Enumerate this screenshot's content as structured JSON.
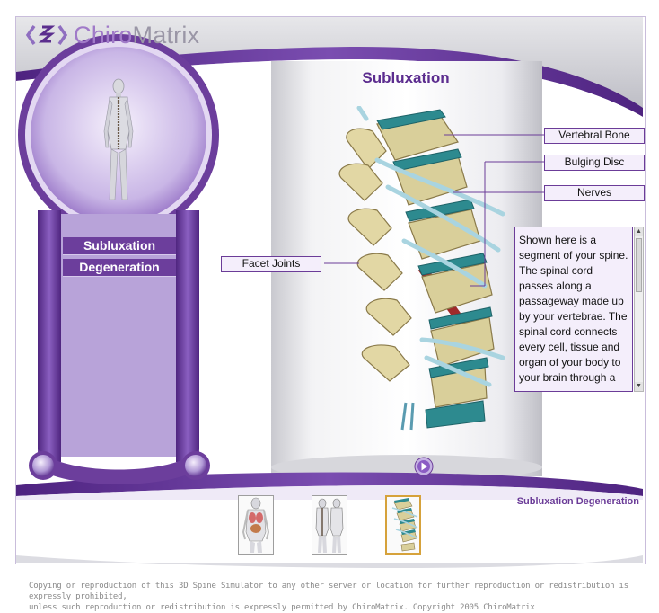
{
  "app": {
    "logo_prefix": "Chiro",
    "logo_suffix": "Matrix"
  },
  "main": {
    "title": "Subluxation"
  },
  "menu": {
    "items": [
      {
        "label": "Subluxation"
      },
      {
        "label": "Degeneration"
      }
    ]
  },
  "callouts": {
    "vertebral_bone": "Vertebral Bone",
    "bulging_disc": "Bulging Disc",
    "nerves": "Nerves",
    "facet_joints": "Facet Joints"
  },
  "description": "Shown here is a segment of your spine. The spinal cord passes along a passageway made up by your vertebrae. The spinal cord connects every cell, tissue and organ of your body to your brain through a",
  "bottom": {
    "label": "Subluxation Degeneration"
  },
  "footer": {
    "line1": "Copying or reproduction of this 3D Spine Simulator to any other server or location for further reproduction or redistribution is expressly prohibited,",
    "line2": "unless such reproduction or redistribution is expressly permitted by ChiroMatrix. Copyright 2005 ChiroMatrix"
  },
  "colors": {
    "brand_purple": "#6c3e9c",
    "panel_lavender": "#b8a3d9",
    "accent_gold": "#d6a23b"
  },
  "icons": {
    "play": "play-icon",
    "logo": "chevron-logo-icon"
  }
}
